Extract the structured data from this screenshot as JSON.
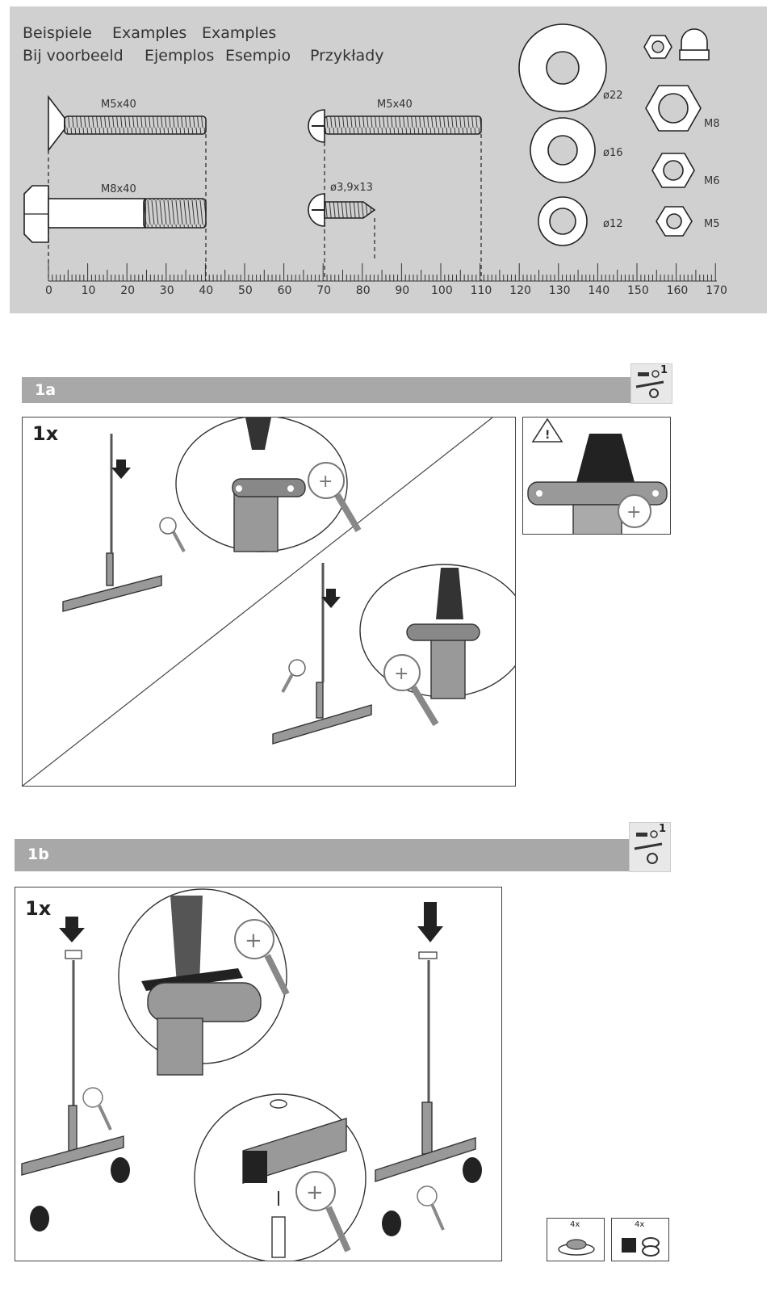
{
  "reference": {
    "languages_row1": [
      "Beispiele",
      "Examples",
      "Examples"
    ],
    "languages_row2": [
      "Bij voorbeeld",
      "Ejemplos",
      "Esempio",
      "Przykłady"
    ],
    "screws": {
      "countersunk": "M5x40",
      "pan_head": "M5x40",
      "hex_bolt": "M8x40",
      "wood_screw": "ø3,9x13"
    },
    "washers": [
      "ø22",
      "ø16",
      "ø12"
    ],
    "hex_nuts": [
      "M8",
      "M6",
      "M5"
    ],
    "ruler_ticks": [
      "0",
      "10",
      "20",
      "30",
      "40",
      "50",
      "60",
      "70",
      "80",
      "90",
      "100",
      "110",
      "120",
      "130",
      "140",
      "150",
      "160",
      "170"
    ]
  },
  "steps": [
    {
      "label": "1a",
      "quantity": "1x"
    },
    {
      "label": "1b",
      "quantity": "1x"
    }
  ],
  "parts_boxes": [
    {
      "count": "4x"
    },
    {
      "count": "4x"
    }
  ],
  "hardware_icon_label": "1"
}
